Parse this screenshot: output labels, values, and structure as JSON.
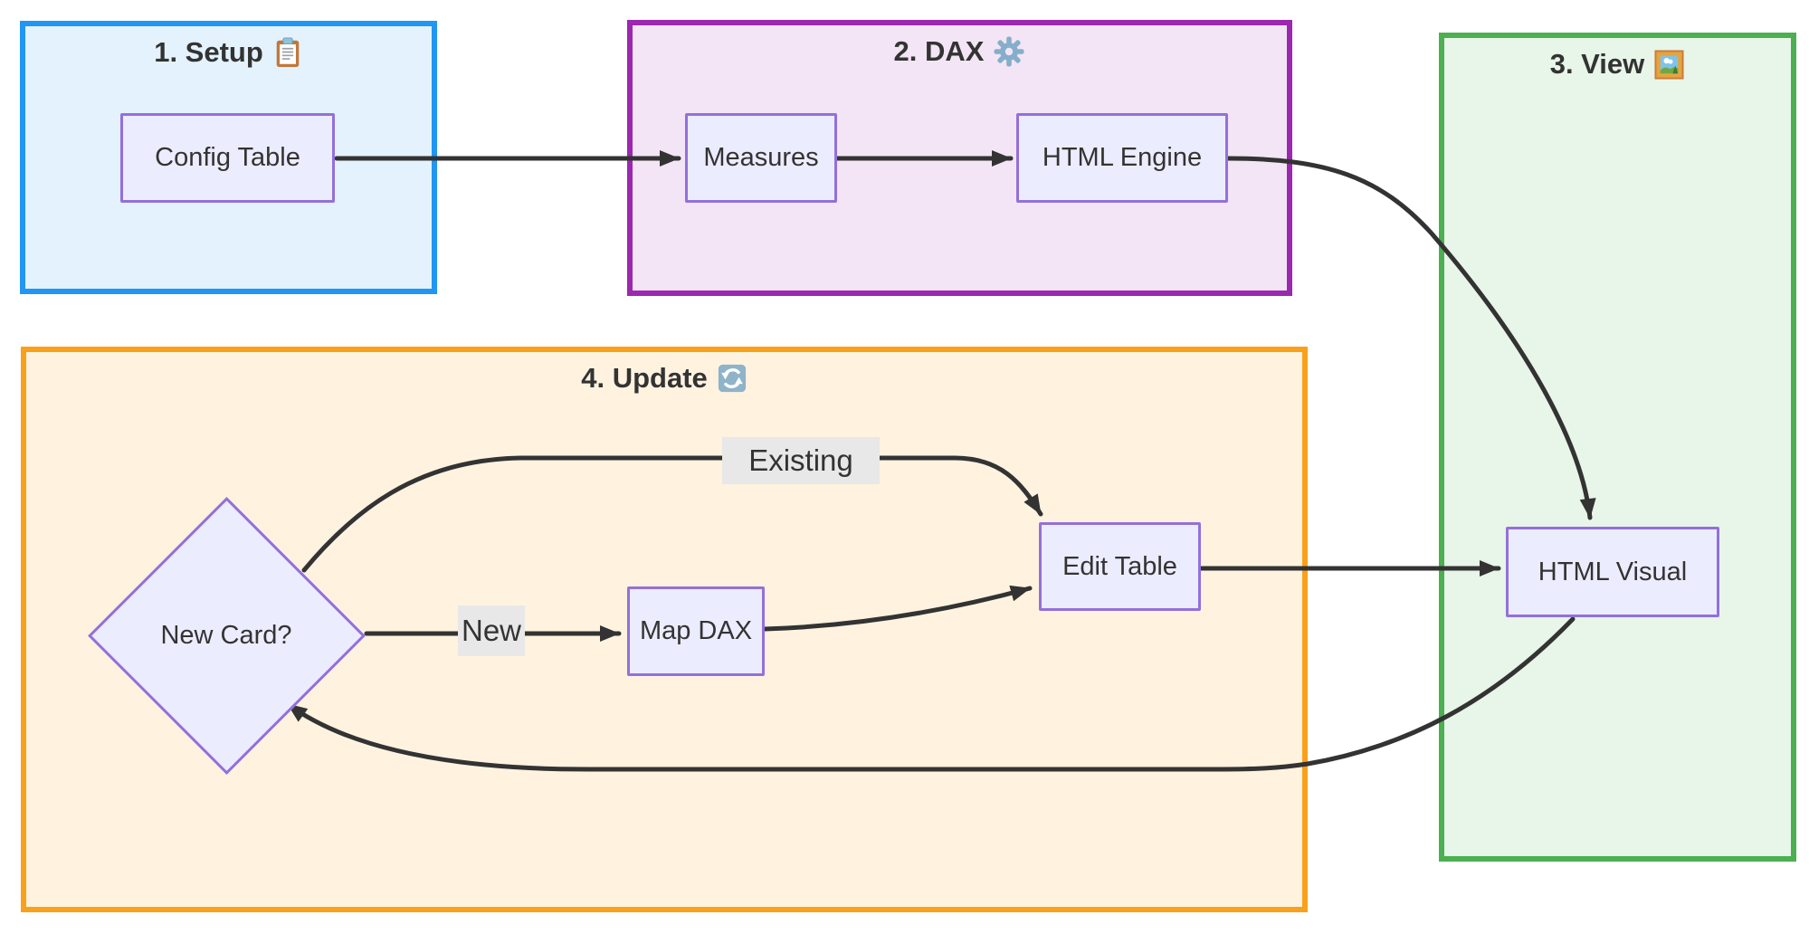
{
  "diagram": {
    "type": "flowchart",
    "groups": [
      {
        "label": "1. Setup",
        "icon": "clipboard",
        "fill": "#E3F2FD",
        "stroke": "#2196F3"
      },
      {
        "label": "2. DAX",
        "icon": "gear",
        "fill": "#F3E5F5",
        "stroke": "#9C27B0"
      },
      {
        "label": "3. View",
        "icon": "framed-picture",
        "fill": "#E8F5E9",
        "stroke": "#4CAF50"
      },
      {
        "label": "4. Update",
        "icon": "counterclockwise-arrows",
        "fill": "#FFF3E0",
        "stroke": "#F9A11B"
      }
    ],
    "nodes": [
      {
        "label": "Config Table",
        "shape": "rectangle",
        "group": "1. Setup"
      },
      {
        "label": "Measures",
        "shape": "rectangle",
        "group": "2. DAX"
      },
      {
        "label": "HTML Engine",
        "shape": "rectangle",
        "group": "2. DAX"
      },
      {
        "label": "HTML Visual",
        "shape": "rectangle",
        "group": "3. View"
      },
      {
        "label": "New Card?",
        "shape": "diamond",
        "group": "4. Update"
      },
      {
        "label": "Map DAX",
        "shape": "rectangle",
        "group": "4. Update"
      },
      {
        "label": "Edit Table",
        "shape": "rectangle",
        "group": "4. Update"
      }
    ],
    "edges": [
      {
        "from": "Config Table",
        "to": "Measures",
        "label": ""
      },
      {
        "from": "Measures",
        "to": "HTML Engine",
        "label": ""
      },
      {
        "from": "HTML Engine",
        "to": "HTML Visual",
        "label": ""
      },
      {
        "from": "New Card?",
        "to": "Edit Table",
        "label": "Existing"
      },
      {
        "from": "New Card?",
        "to": "Map DAX",
        "label": "New"
      },
      {
        "from": "Map DAX",
        "to": "Edit Table",
        "label": ""
      },
      {
        "from": "Edit Table",
        "to": "HTML Visual",
        "label": ""
      },
      {
        "from": "HTML Visual",
        "to": "New Card?",
        "label": ""
      }
    ],
    "node_style": {
      "fill": "#ECECFF",
      "stroke": "#9370DB",
      "text": "#333333"
    },
    "edge_style": {
      "color": "#333333",
      "label_bg": "#E8E8E8"
    }
  }
}
